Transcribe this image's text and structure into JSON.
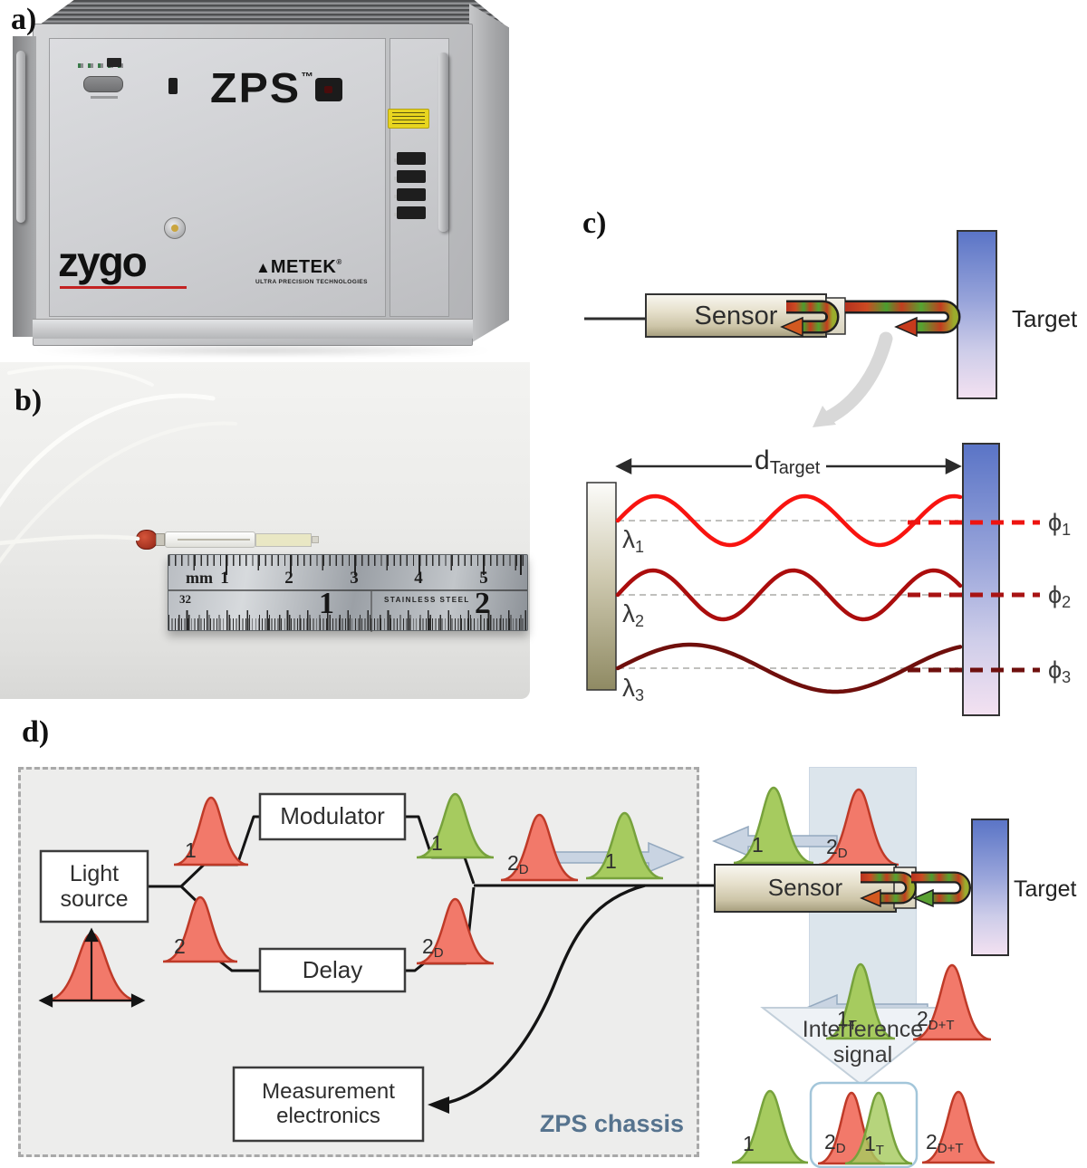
{
  "colors": {
    "red_pulse": "#f2796a",
    "red_pulse_border": "#bf3a28",
    "green_pulse": "#a6cb5f",
    "green_pulse_border": "#77a23c",
    "gray_arrow_fill": "#c9d4e2",
    "gray_arrow_stroke": "#94a9bf",
    "band": "rgba(164,186,206,0.38)",
    "chassis_label_color": "#56738e",
    "wire": "#141414",
    "wave1": "#f81410",
    "wave2": "#ab0d0d",
    "wave3": "#6f0f0c",
    "phi1": "#ee1410",
    "phi2": "#a81313",
    "phi3": "#6f100e",
    "zygo_red": "#c32222",
    "warning_yellow": "#e8d51f"
  },
  "panel_labels": {
    "a": "a)",
    "b": "b)",
    "c": "c)",
    "d": "d)"
  },
  "panel_a": {
    "device_name": "ZPS",
    "device_tm": "™",
    "brand": "zygo",
    "maker": "METEK",
    "maker_tri": "▲",
    "maker_tm": "®",
    "maker_tagline": "ULTRA PRECISION TECHNOLOGIES"
  },
  "panel_b": {
    "unit_label": "mm",
    "cm_marks": [
      "1",
      "2",
      "3",
      "4",
      "5"
    ],
    "gauge_label": "32",
    "inch_marks": [
      "1",
      "2"
    ],
    "steel_label": "STAINLESS STEEL"
  },
  "panel_c": {
    "sensor": "Sensor",
    "target": "Target",
    "distance": {
      "main": "d",
      "sub": "Target"
    },
    "waves": [
      {
        "lambda": "λ",
        "lambda_sub": "1",
        "phi": "ϕ",
        "phi_sub": "1",
        "amp": 27,
        "period": 165
      },
      {
        "lambda": "λ",
        "lambda_sub": "2",
        "phi": "ϕ",
        "phi_sub": "2",
        "amp": 27,
        "period": 155
      },
      {
        "lambda": "λ",
        "lambda_sub": "3",
        "phi": "ϕ",
        "phi_sub": "3",
        "amp": 26,
        "period": 320
      }
    ]
  },
  "panel_d": {
    "light_source": "Light\nsource",
    "modulator": "Modulator",
    "delay": "Delay",
    "measurement_electronics": "Measurement\nelectronics",
    "chassis_label": "ZPS chassis",
    "sensor": "Sensor",
    "target": "Target",
    "interference": "Interference\nsignal",
    "pulse_labels": [
      {
        "main": "1",
        "sub": ""
      },
      {
        "main": "2",
        "sub": ""
      },
      {
        "main": "1",
        "sub": ""
      },
      {
        "main": "2",
        "sub": "D"
      },
      {
        "main": "2",
        "sub": "D"
      },
      {
        "main": "1",
        "sub": ""
      },
      {
        "main": "1",
        "sub": ""
      },
      {
        "main": "2",
        "sub": "D"
      },
      {
        "main": "1",
        "sub": "T"
      },
      {
        "main": "2",
        "sub": "D+T"
      },
      {
        "main": "1",
        "sub": ""
      },
      {
        "main": "2",
        "sub": "D"
      },
      {
        "main": "1",
        "sub": "T"
      },
      {
        "main": "2",
        "sub": "D+T"
      }
    ]
  }
}
